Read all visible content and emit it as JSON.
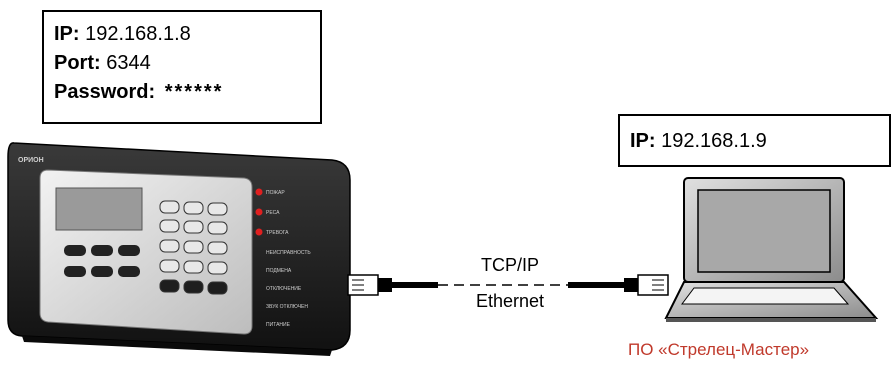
{
  "device": {
    "ip_label": "IP:",
    "ip_value": "192.168.1.8",
    "port_label": "Port:",
    "port_value": "6344",
    "password_label": "Password:",
    "password_value": "******",
    "brand": "ОРИОН",
    "indicators": [
      "ПОЖАР",
      "РЕСА",
      "ТРЕВОГА",
      "НЕИСПРАВНОСТЬ",
      "ПОДМЕНА",
      "ОТКЛЮЧЕНИЕ",
      "ЗВУК ОТКЛЮЧЕН",
      "ПИТАНИЕ"
    ]
  },
  "computer": {
    "ip_label": "IP:",
    "ip_value": "192.168.1.9"
  },
  "link": {
    "protocol": "TCP/IP",
    "medium": "Ethernet"
  },
  "software": {
    "caption": "ПО «Стрелец-Мастер»",
    "color": "#c0392b"
  }
}
